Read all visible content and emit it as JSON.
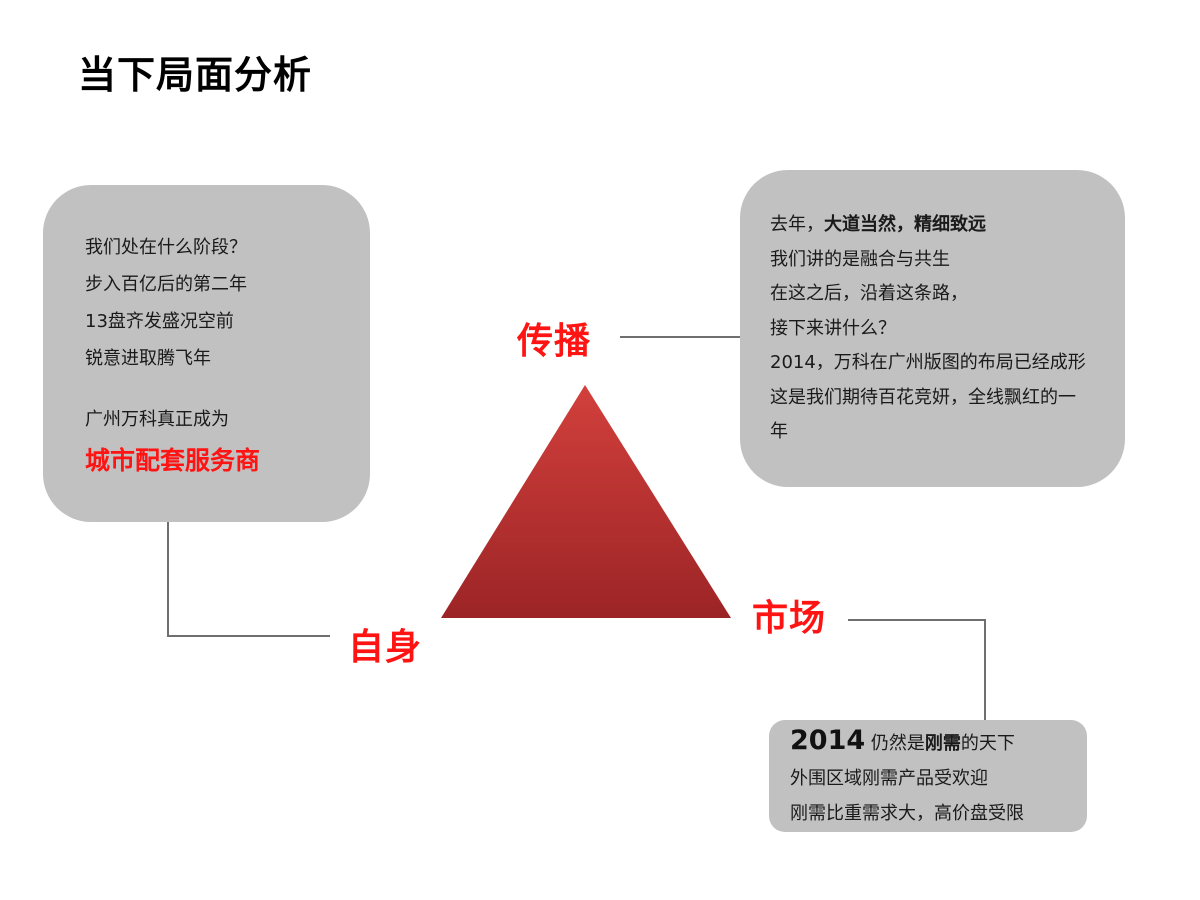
{
  "title": "当下局面分析",
  "colors": {
    "box_bg": "#c1c1c1",
    "accent_red": "#ff1414",
    "triangle_top": "#d2403c",
    "triangle_bottom": "#9c2426",
    "connector": "#6f6f6f"
  },
  "labels": {
    "communication": "传播",
    "self": "自身",
    "market": "市场"
  },
  "self_box": {
    "lines": [
      "我们处在什么阶段？",
      "步入百亿后的第二年",
      "13盘齐发盛况空前",
      "锐意进取腾飞年"
    ],
    "lead": "广州万科真正成为",
    "highlight": "城市配套服务商"
  },
  "comm_box": {
    "line1_prefix": "去年，",
    "line1_bold": "大道当然，精细致远",
    "lines": [
      "我们讲的是融合与共生",
      "在这之后，沿着这条路，",
      "接下来讲什么？",
      "2014，万科在广州版图的布局已经成形",
      "这是我们期待百花竞妍，全线飘红的一",
      "年"
    ]
  },
  "market_box": {
    "year": "2014",
    "line1_pre": "仍然是",
    "line1_bold": "刚需",
    "line1_post": "的天下",
    "lines": [
      "外围区域刚需产品受欢迎",
      "刚需比重需求大，高价盘受限"
    ]
  }
}
